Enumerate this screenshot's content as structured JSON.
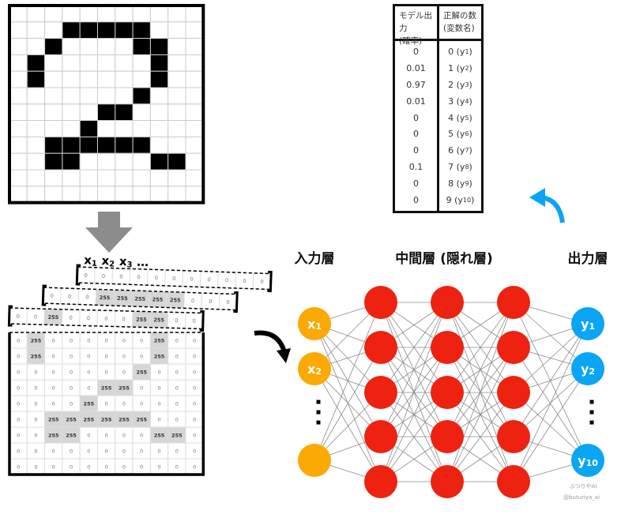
{
  "pixel_image": {
    "rows": [
      [
        0,
        0,
        0,
        0,
        0,
        0,
        0,
        0,
        0,
        0,
        0
      ],
      [
        0,
        0,
        0,
        255,
        255,
        255,
        255,
        255,
        0,
        0,
        0
      ],
      [
        0,
        0,
        255,
        0,
        0,
        0,
        0,
        255,
        255,
        0,
        0
      ],
      [
        0,
        255,
        0,
        0,
        0,
        0,
        0,
        0,
        255,
        0,
        0
      ],
      [
        0,
        255,
        0,
        0,
        0,
        0,
        0,
        0,
        255,
        0,
        0
      ],
      [
        0,
        0,
        0,
        0,
        0,
        0,
        0,
        255,
        0,
        0,
        0
      ],
      [
        0,
        0,
        0,
        0,
        0,
        255,
        255,
        0,
        0,
        0,
        0
      ],
      [
        0,
        0,
        0,
        0,
        255,
        0,
        0,
        0,
        0,
        0,
        0
      ],
      [
        0,
        0,
        255,
        255,
        255,
        255,
        255,
        255,
        0,
        0,
        0
      ],
      [
        0,
        0,
        255,
        255,
        0,
        0,
        0,
        0,
        255,
        255,
        0
      ],
      [
        0,
        0,
        0,
        0,
        0,
        0,
        0,
        0,
        0,
        0,
        0
      ],
      [
        0,
        0,
        0,
        0,
        0,
        0,
        0,
        0,
        0,
        0,
        0
      ]
    ]
  },
  "strip_labels": [
    "x1",
    "x2",
    "x3",
    "…"
  ],
  "table": {
    "headers": [
      "モデル出力\n(確率)",
      "正解の数\n(変数名)"
    ],
    "header_lines": [
      [
        "モデル出力",
        "(確率)"
      ],
      [
        "正解の数",
        "(変数名)"
      ]
    ],
    "probabilities": [
      "0",
      "0.01",
      "0.97",
      "0.01",
      "0",
      "0",
      "0",
      "0.1",
      "0",
      "0"
    ],
    "digits": [
      "0",
      "1",
      "2",
      "3",
      "4",
      "5",
      "6",
      "7",
      "8",
      "9"
    ],
    "variables": [
      "y1",
      "y2",
      "y3",
      "y4",
      "y5",
      "y6",
      "y7",
      "y8",
      "y9",
      "y10"
    ]
  },
  "network": {
    "titles": {
      "input": "入力層",
      "hidden": "中間層 (隠れ層)",
      "output": "出力層"
    },
    "input_labels": [
      "x1",
      "x2",
      ""
    ],
    "output_labels": [
      "y1",
      "y2",
      "y10"
    ],
    "hidden_layers": 3,
    "hidden_nodes": 5,
    "colors": {
      "input": "#FBA905",
      "hidden": "#EE2210",
      "output": "#0AA5F5",
      "edge": "#8a8a8a",
      "arrow_gray": "#8c8c8c",
      "arrow_blue": "#0AA5F5"
    }
  },
  "watermark": {
    "line1": "ぶつりやAI",
    "line2": "@buturiya_ai"
  }
}
